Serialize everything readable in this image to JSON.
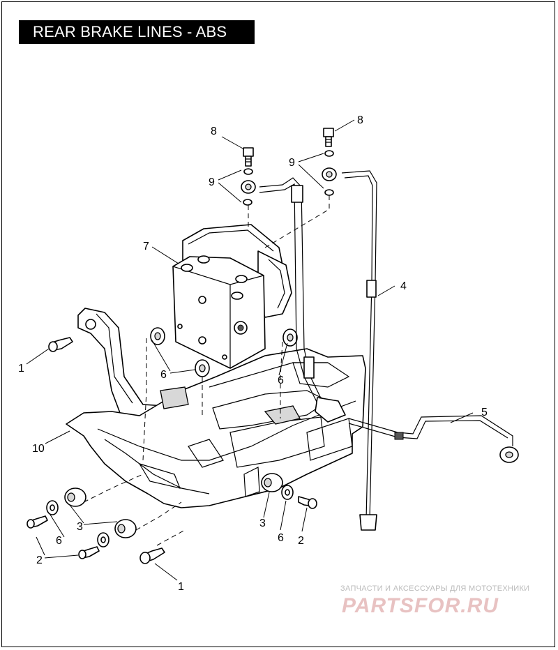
{
  "title": "REAR BRAKE LINES - ABS",
  "callouts": {
    "c8a": "8",
    "c8b": "8",
    "c9a": "9",
    "c9b": "9",
    "c7": "7",
    "c4": "4",
    "c5": "5",
    "c6a": "6",
    "c6b": "6",
    "c6c": "6",
    "c6d": "6",
    "c1a": "1",
    "c1b": "1",
    "c10": "10",
    "c2a": "2",
    "c2b": "2",
    "c3a": "3",
    "c3b": "3"
  },
  "watermark": {
    "tagline": "ЗАПЧАСТИ И АКСЕССУАРЫ ДЛЯ МОТОТЕХНИКИ",
    "logo": "PARTSFOR.RU"
  }
}
